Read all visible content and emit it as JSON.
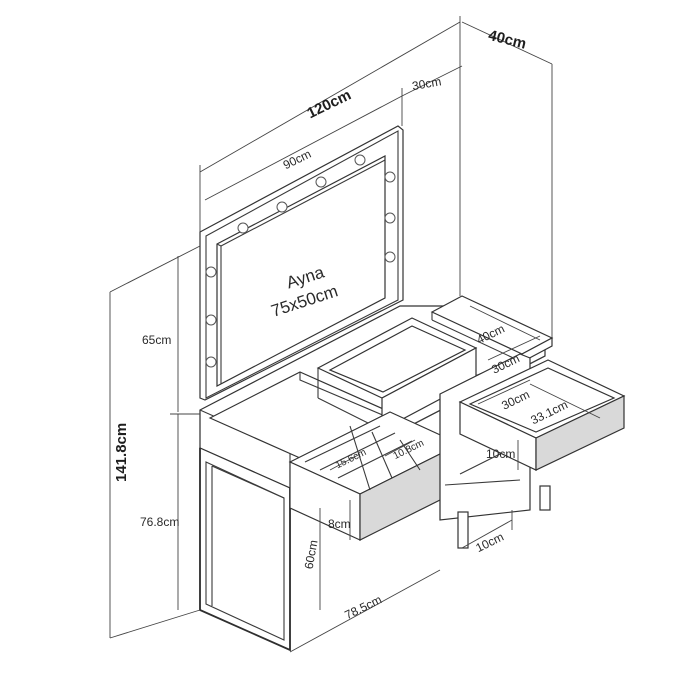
{
  "dimensions": {
    "total_width": "120cm",
    "depth": "40cm",
    "side_width": "30cm",
    "mirror_frame_width": "90cm",
    "mirror_frame_height": "65cm",
    "total_height": "141.8cm",
    "table_height": "76.8cm",
    "leg_height": "60cm",
    "bottom_width": "78.5cm",
    "drawer_height": "8cm",
    "top_depth_right": "40cm",
    "top_width_right": "30cm",
    "right_drawer_width": "30cm",
    "right_drawer_depth": "33.1cm",
    "right_drawer_height": "10cm",
    "foot_height": "10cm",
    "compartment_a": "15.6cm",
    "compartment_b": "10.8cm"
  },
  "mirror": {
    "label": "Ayna",
    "size": "75x50cm"
  }
}
